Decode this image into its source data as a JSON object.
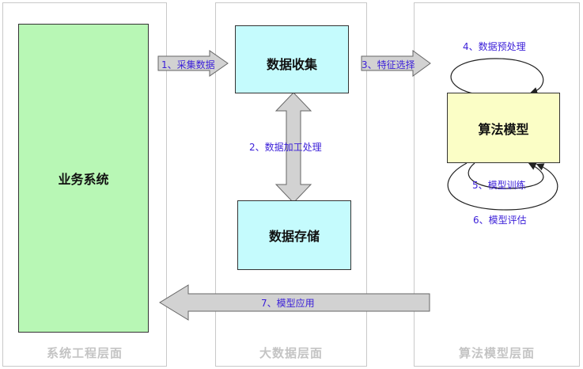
{
  "layers": [
    {
      "title": "系统工程层面"
    },
    {
      "title": "大数据层面"
    },
    {
      "title": "算法模型层面"
    }
  ],
  "nodes": {
    "business": "业务系统",
    "collect": "数据收集",
    "storage": "数据存储",
    "model": "算法模型"
  },
  "edges": {
    "e1": "1、采集数据",
    "e2": "2、数据加工处理",
    "e3": "3、特征选择",
    "e4": "4、数据预处理",
    "e5": "5、模型训练",
    "e6": "6、模型评估",
    "e7": "7、模型应用"
  },
  "colors": {
    "business_fill": "#b8f7b5",
    "bigdata_fill": "#c5fbfd",
    "model_fill": "#fbfec6",
    "arrow_fill": "#d2d2d2",
    "label_text": "#3a1ed8"
  }
}
